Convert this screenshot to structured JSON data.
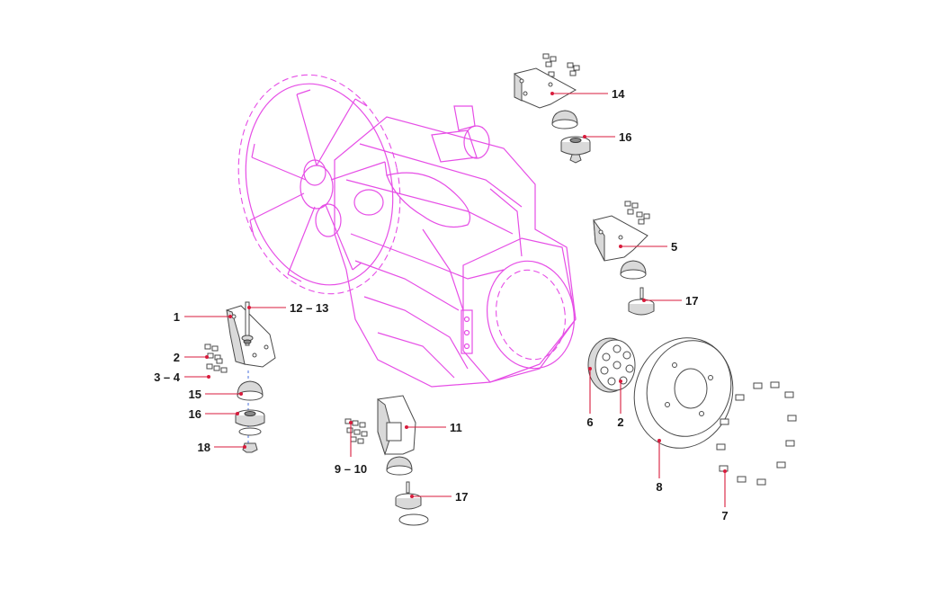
{
  "callouts": {
    "c1": "1",
    "c2a": "2",
    "c2b": "2",
    "c34": "3 – 4",
    "c5": "5",
    "c6": "6",
    "c7": "7",
    "c8": "8",
    "c910": "9 – 10",
    "c11": "11",
    "c1213": "12 – 13",
    "c14": "14",
    "c15": "15",
    "c16a": "16",
    "c16b": "16",
    "c17a": "17",
    "c17b": "17",
    "c18": "18"
  },
  "colors": {
    "ghost_engine": "#e64ee6",
    "leader": "#d81b3c",
    "part_outline": "#4a4a4a"
  }
}
